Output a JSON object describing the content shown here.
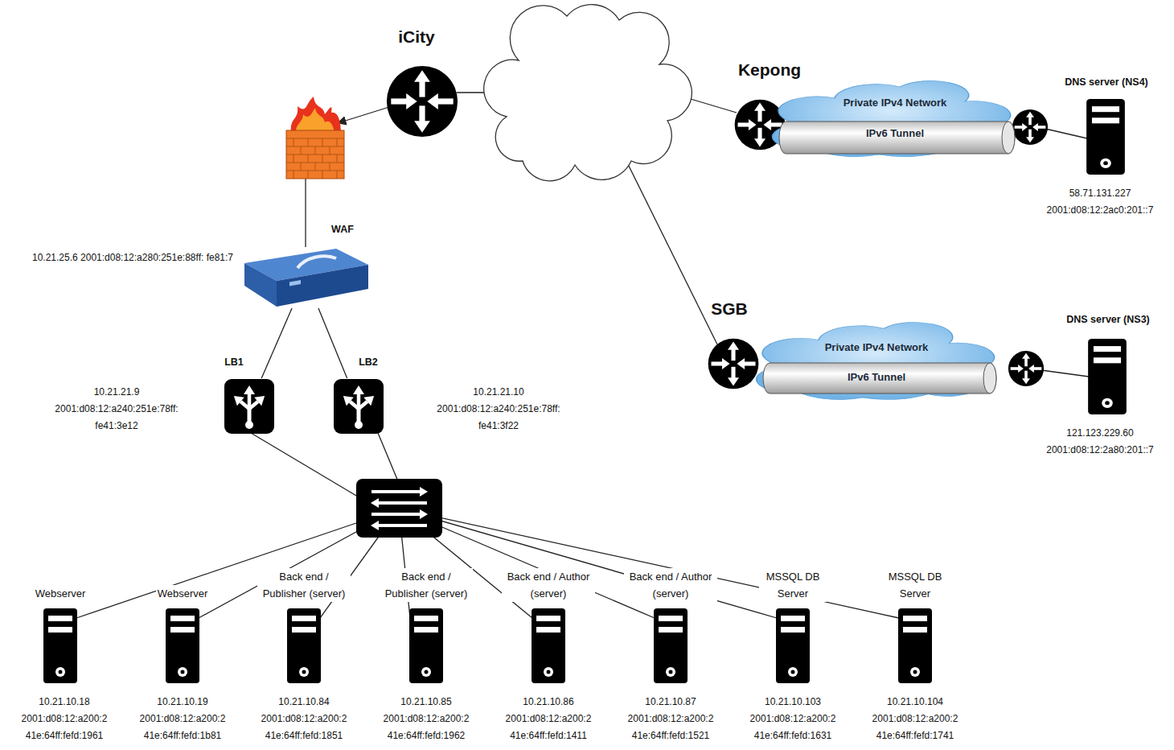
{
  "diagram": {
    "nodes": [
      {
        "text": [
          "iCity"
        ]
      },
      {
        "text": [
          "Kepong"
        ]
      },
      {
        "text": [
          "DNS server (NS4)",
          "58.71.131.227 2001:d08:12:2ac0:201::7"
        ]
      },
      {
        "text": [
          "Private IPv4 Network"
        ]
      },
      {
        "text": [
          "IPv6 Tunnel"
        ]
      },
      {
        "text": [
          "WAF",
          "10.21.25.6 2001:d08:12:a280:251e:88ff: fe81:7"
        ]
      },
      {
        "text": [
          "SGB"
        ]
      },
      {
        "text": [
          "Private IPv4 Network"
        ]
      },
      {
        "text": [
          "IPv6 Tunnel"
        ]
      },
      {
        "text": [
          "DNS server (NS3)",
          "121.123.229.60 2001:d08:12:2a80:201::7"
        ]
      },
      {
        "text": [
          "LB1",
          "10.21.21.9 2001:d08:12:a240:251e:78ff: fe41:3e12"
        ]
      },
      {
        "text": [
          "LB2",
          "10.21.21.10 2001:d08:12:a240:251e:78ff: fe41:3f22"
        ]
      },
      {
        "text": [
          "Webserver",
          "10.21.10.18 2001:d08:12:a200:2 41e:64ff:fefd:1961"
        ]
      },
      {
        "text": [
          "Webserver",
          "10.21.10.19 2001:d08:12:a200:2 41e:64ff:fefd:1b81"
        ]
      },
      {
        "text": [
          "Back end / Publisher (server)",
          "10.21.10.84 2001:d08:12:a200:2 41e:64ff:fefd:1851"
        ]
      },
      {
        "text": [
          "Back end / Publisher (server)",
          "10.21.10.85 2001:d08:12:a200:2 41e:64ff:fefd:1962"
        ]
      },
      {
        "text": [
          "Back end / Author (server)",
          "10.21.10.86 2001:d08:12:a200:2 41e:64ff:fefd:1411"
        ]
      },
      {
        "text": [
          "Back end / Author (server)",
          "10.21.10.87 2001:d08:12:a200:2 41e:64ff:fefd:1521"
        ]
      },
      {
        "text": [
          "MSSQL DB Server",
          "10.21.10.103 2001:d08:12:a200:2 41e:64ff:fefd:1631"
        ]
      },
      {
        "text": [
          "MSSQL DB Server",
          "10.21.10.104 2001:d08:12:a200:2 41e:64ff:fefd:1741"
        ]
      }
    ],
    "edges": [
      {
        "from": 5,
        "to": 10,
        "arrow": "none"
      },
      {
        "from": 5,
        "to": 11,
        "arrow": "none"
      }
    ]
  }
}
